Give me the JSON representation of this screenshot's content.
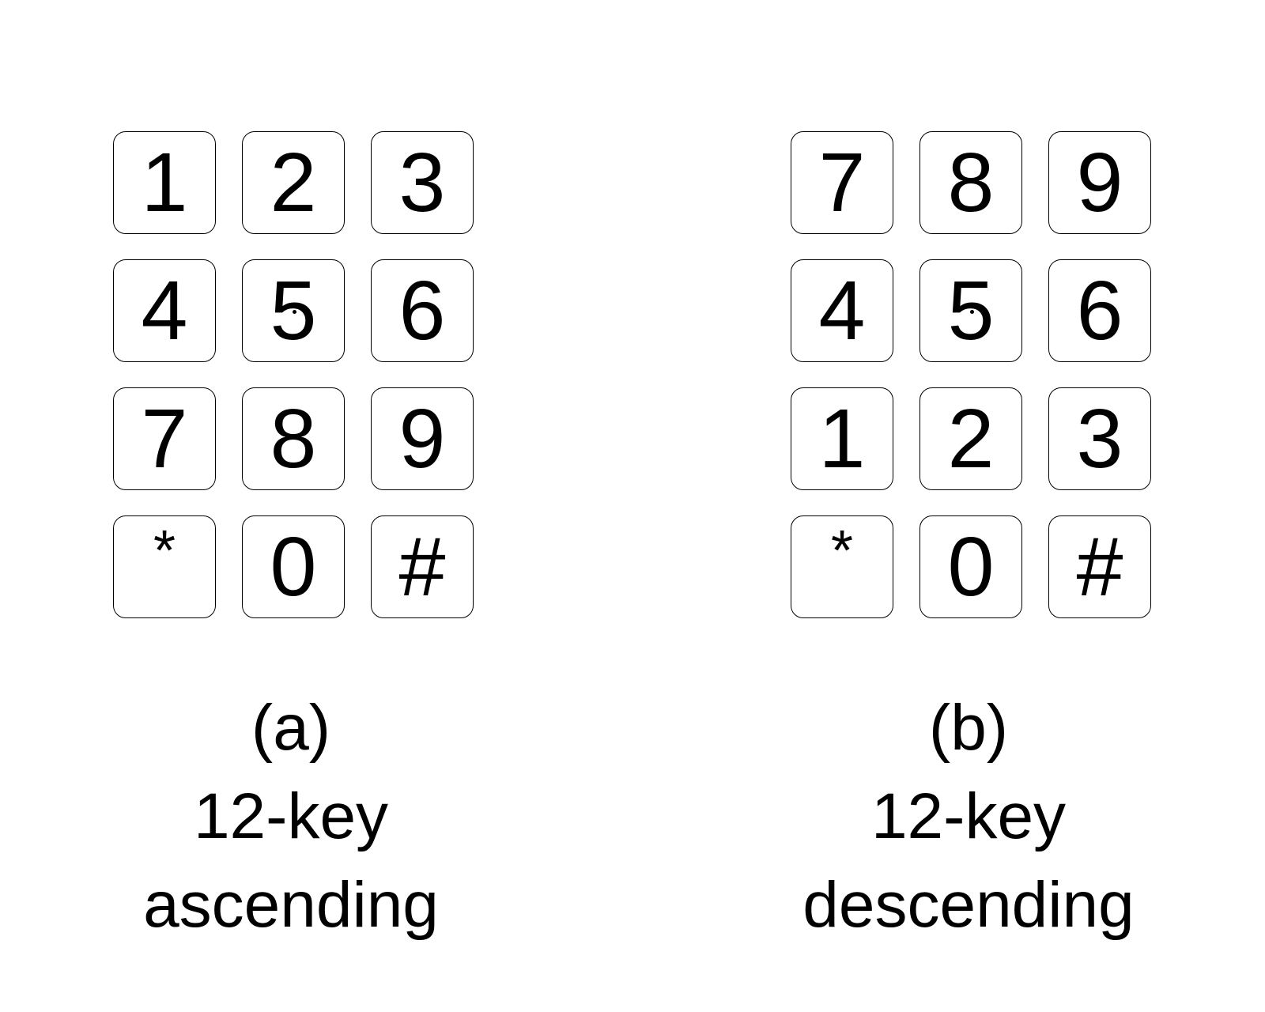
{
  "panels": [
    {
      "keys": [
        "1",
        "2",
        "3",
        "4",
        "5",
        "6",
        "7",
        "8",
        "9",
        "*",
        "0",
        "#"
      ],
      "caption": {
        "label": "(a)",
        "line1": "12-key",
        "line2": "ascending"
      }
    },
    {
      "keys": [
        "7",
        "8",
        "9",
        "4",
        "5",
        "6",
        "1",
        "2",
        "3",
        "*",
        "0",
        "#"
      ],
      "caption": {
        "label": "(b)",
        "line1": "12-key",
        "line2": "descending"
      }
    }
  ]
}
